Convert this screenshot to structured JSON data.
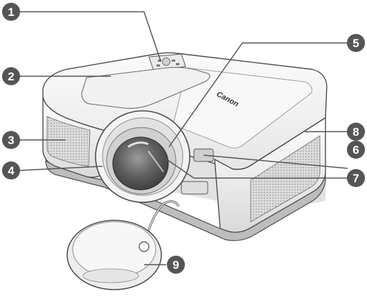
{
  "brand": "Canon",
  "callouts": [
    {
      "number": "1"
    },
    {
      "number": "2"
    },
    {
      "number": "3"
    },
    {
      "number": "4"
    },
    {
      "number": "5"
    },
    {
      "number": "6"
    },
    {
      "number": "7"
    },
    {
      "number": "8"
    },
    {
      "number": "9"
    }
  ],
  "colors": {
    "badge": "#555555",
    "leader": "#555555",
    "outline": "#4a4a4a",
    "body_light": "#f4f4f4",
    "body_shade": "#d9d9d9",
    "lens_glass": "#6a6a6a"
  }
}
